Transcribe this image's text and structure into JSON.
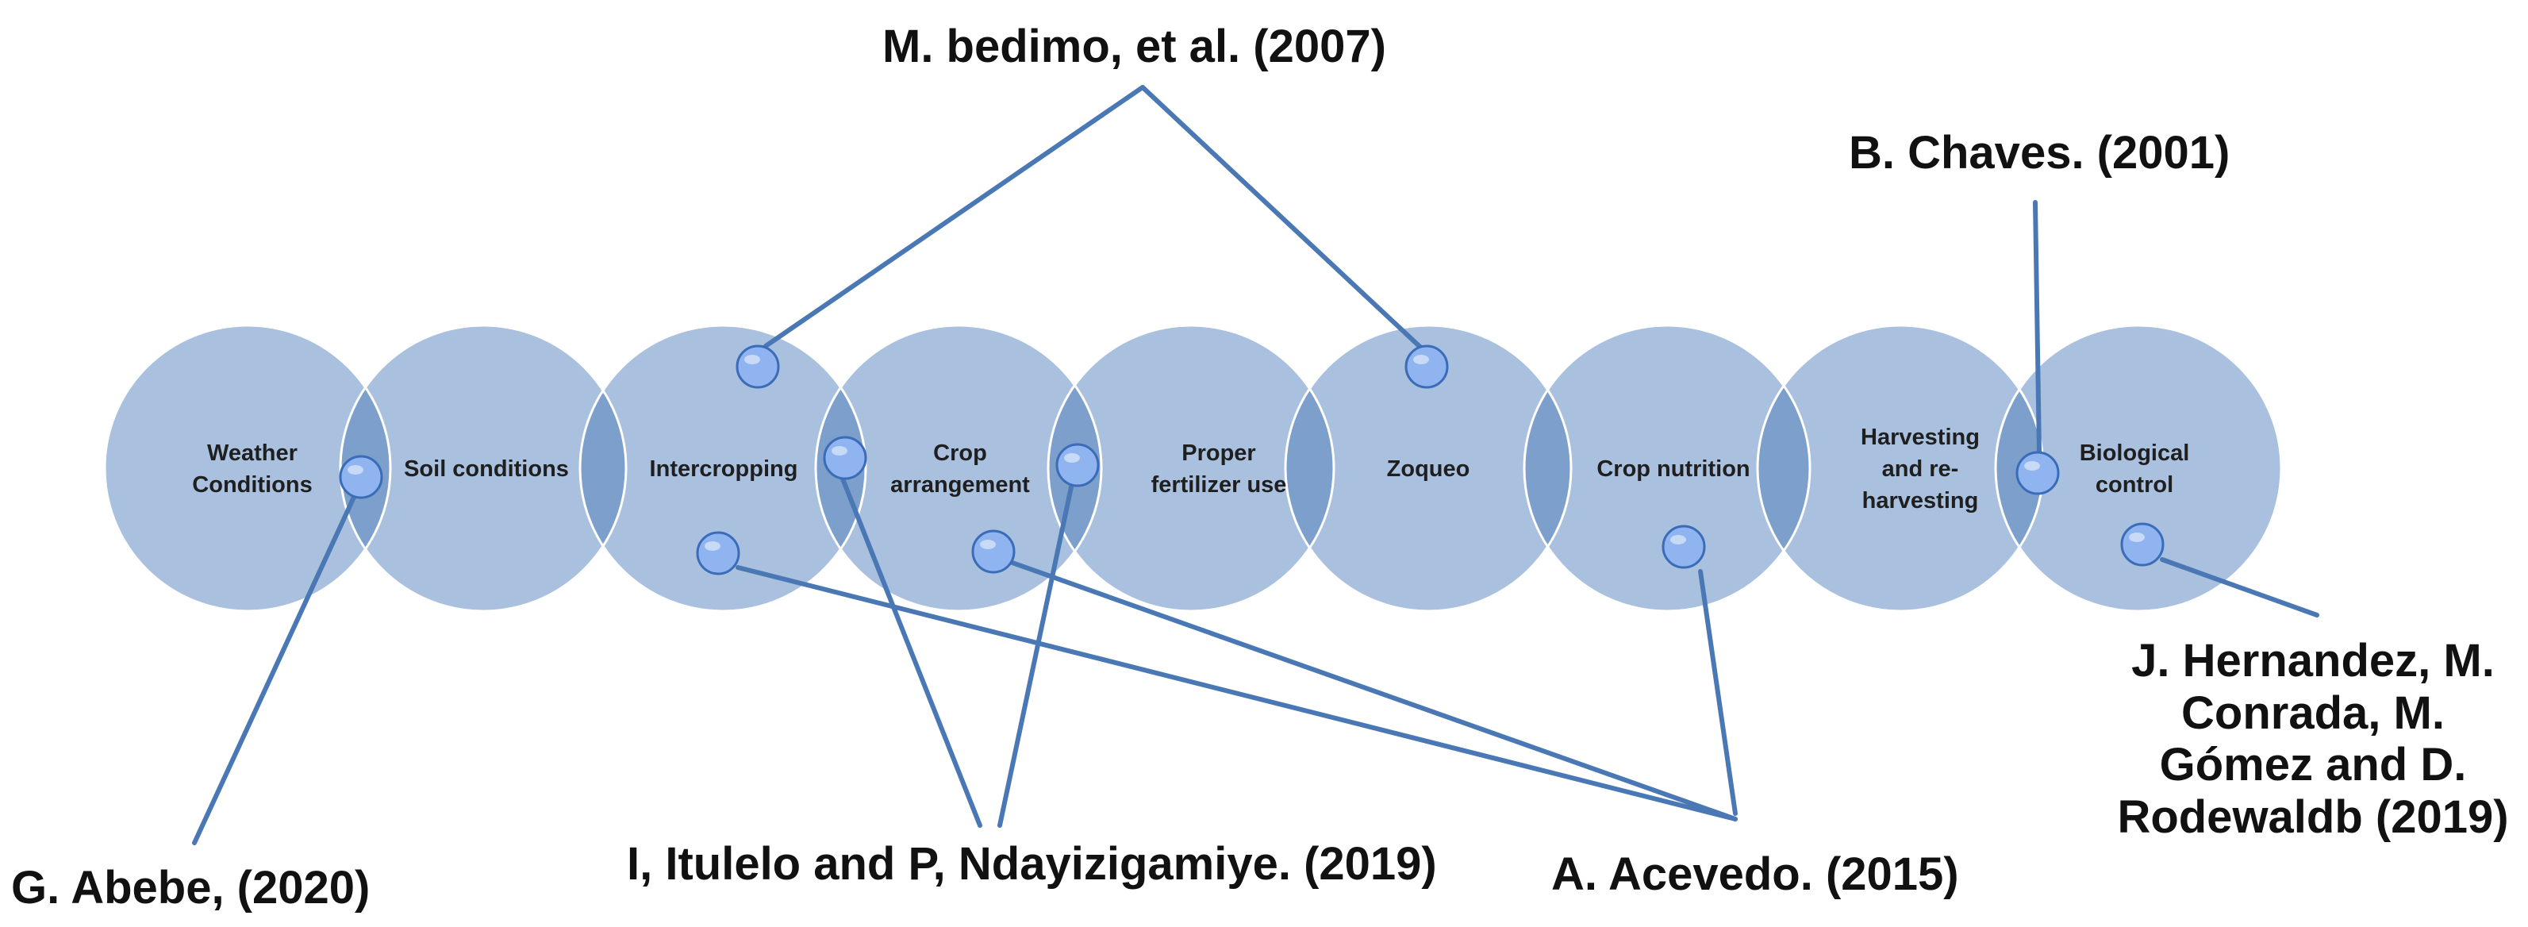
{
  "colors": {
    "circle_fill": "#a9c0df",
    "overlap_fill": "#7d9fcb",
    "circle_stroke": "#ffffff",
    "connector": "#4a78b4",
    "dot_fill": "#8fb4ef",
    "dot_stroke": "#3a6cb8"
  },
  "stages": [
    {
      "lines": [
        "Weather",
        "Conditions"
      ]
    },
    {
      "lines": [
        "Soil conditions"
      ]
    },
    {
      "lines": [
        "Intercropping"
      ]
    },
    {
      "lines": [
        "Crop",
        "arrangement"
      ]
    },
    {
      "lines": [
        "Proper",
        "fertilizer use"
      ]
    },
    {
      "lines": [
        "Zoqueo"
      ]
    },
    {
      "lines": [
        "Crop nutrition"
      ]
    },
    {
      "lines": [
        "Harvesting",
        "and re-",
        "harvesting"
      ]
    },
    {
      "lines": [
        "Biological",
        "control"
      ]
    }
  ],
  "references": {
    "bedimo": "M. bedimo, et al. (2007)",
    "chaves": "B. Chaves. (2001)",
    "abebe": "G. Abebe, (2020)",
    "itulelo": "I, Itulelo and P, Ndayizigamiye. (2019)",
    "acevedo": "A. Acevedo. (2015)",
    "hernandez": [
      "J. Hernandez, M.",
      "Conrada, M.",
      "Gómez and D.",
      "Rodewaldb (2019)"
    ]
  }
}
